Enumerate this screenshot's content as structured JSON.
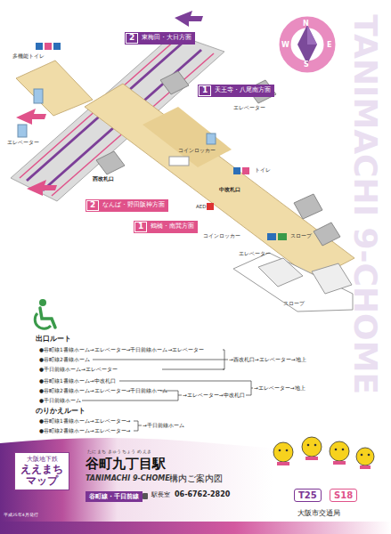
{
  "diagram": {
    "title": "谷町九丁目駅",
    "nodes": [
      {
        "text": [
          "2",
          "東梅田・大日方面"
        ]
      },
      {
        "text": [
          "1",
          "天王寺・八尾南方面"
        ]
      },
      {
        "text": [
          "2",
          "なんば・野田阪神方面"
        ]
      },
      {
        "text": [
          "1",
          "鶴橋・南巽方面"
        ]
      },
      {
        "text": [
          "大阪地下鉄",
          "ええまち マップ"
        ]
      },
      {
        "text": [
          "T25"
        ]
      },
      {
        "text": [
          "S18"
        ]
      },
      {
        "text": [
          "谷町線・千日前線"
        ]
      }
    ],
    "labels": [
      "N",
      "E",
      "S",
      "W",
      "TANIMACHI 9-CHOME",
      "多機能トイレ",
      "エレベーター",
      "西改札口",
      "エレベーター",
      "コインロッカー",
      "トイレ",
      "中改札口",
      "AED",
      "コインロッカー",
      "スロープ",
      "エレベーター",
      "スロープ",
      "出口ルート",
      "●谷町線1番線ホーム→エレベーター→千日前線ホーム→エレベーター",
      "●谷町線2番線ホーム",
      "●千日前線ホーム→エレベーター",
      "→西改札口→エレベーター→地上",
      "●谷町線1番線ホーム→中改札口",
      "●谷町線2番線ホーム→エレベーター→千日前線ホーム",
      "●千日前線ホーム",
      "→エレベーター→中改札口",
      "→エレベーター→地上",
      "のりかえルート",
      "●谷町線1番線ホーム→エレベーター→",
      "●谷町線2番線ホーム→エレベーター→",
      "→千日前線ホーム",
      "平成25年4月発行",
      "たに まち きゅう ちょう め えき",
      "TANIMACHI 9-CHOME",
      "構内ご案内図",
      "駅長室",
      "06-6762-2820",
      "大阪市交通局"
    ]
  }
}
